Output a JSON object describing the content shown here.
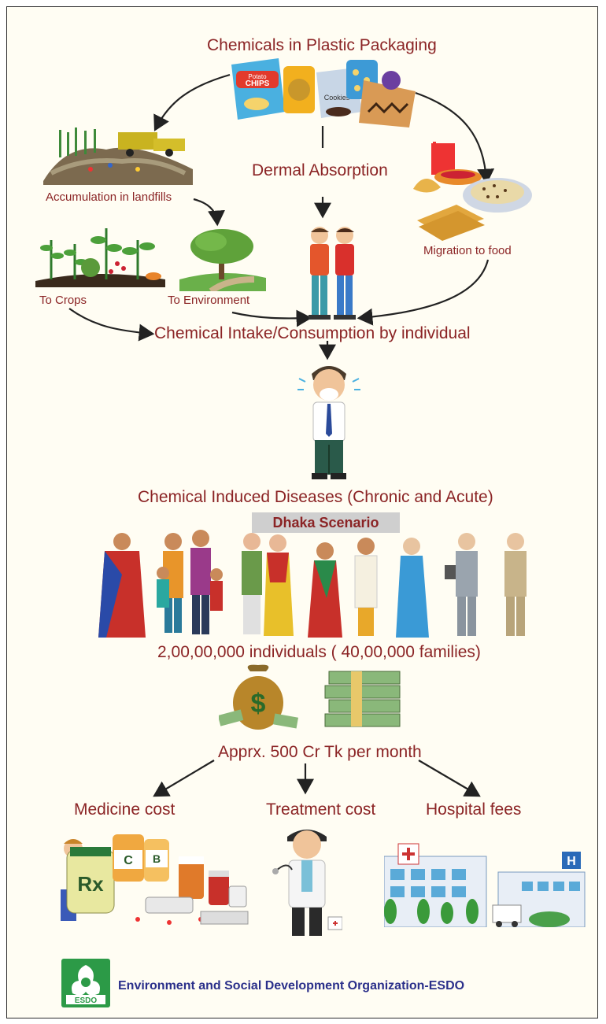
{
  "title": "Chemicals in Plastic Packaging",
  "labels": {
    "dermal": "Dermal Absorption",
    "landfills": "Accumulation in landfills",
    "migration": "Migration to food",
    "crops": "To Crops",
    "environment": "To Environment",
    "intake": "Chemical Intake/Consumption by individual",
    "diseases": "Chemical Induced Diseases (Chronic and Acute)",
    "scenario": "Dhaka Scenario",
    "population": "2,00,00,000 individuals ( 40,00,000 families)",
    "cost": "Apprx. 500 Cr Tk per month",
    "medicine": "Medicine cost",
    "treatment": "Treatment cost",
    "hospital": "Hospital fees"
  },
  "packaging": {
    "chips": "CHIPS",
    "potato": "Potato",
    "cookies": "Cookies"
  },
  "medicine_art": {
    "rx": "Rx",
    "vitamin_c": "C",
    "vitamin_b": "B"
  },
  "hospital_art": {
    "h_sign": "H"
  },
  "logo_text": "ESDO",
  "footer": "Environment and Social Development Organization-ESDO",
  "colors": {
    "label": "#8b2425",
    "footer": "#2a2f8a",
    "logo": "#2c9a47",
    "background": "#fffdf3"
  }
}
